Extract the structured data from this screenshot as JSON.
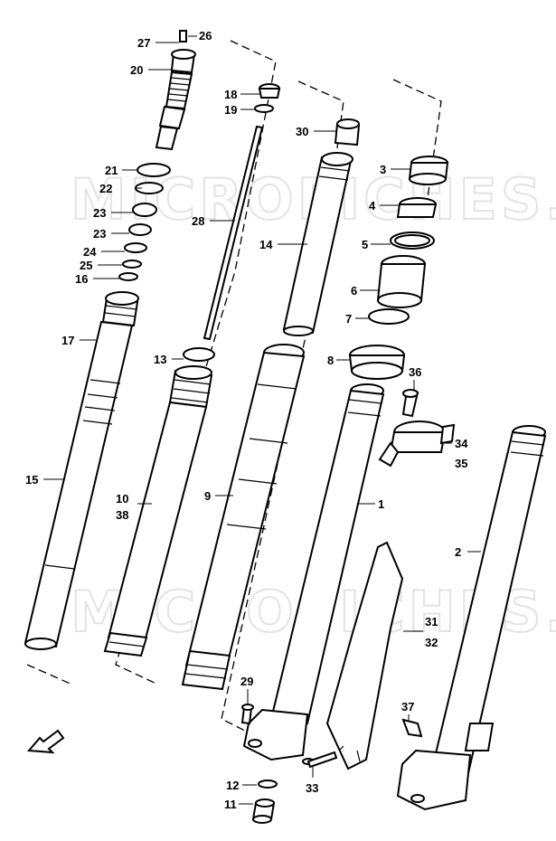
{
  "watermark": {
    "text": "MICROFICHES.NET"
  },
  "labels": {
    "l27": "27",
    "l26": "26",
    "l20": "20",
    "l18": "18",
    "l19": "19",
    "l30": "30",
    "l3": "3",
    "l21": "21",
    "l22": "22",
    "l28": "28",
    "l4": "4",
    "l23a": "23",
    "l23b": "23",
    "l14": "14",
    "l5": "5",
    "l24": "24",
    "l25": "25",
    "l16": "16",
    "l6": "6",
    "l7": "7",
    "l17": "17",
    "l13": "13",
    "l8": "8",
    "l36": "36",
    "l34": "34",
    "l35": "35",
    "l15": "15",
    "l10": "10",
    "l38": "38",
    "l9": "9",
    "l1": "1",
    "l2": "2",
    "l31": "31",
    "l32": "32",
    "l29": "29",
    "l37": "37",
    "l12": "12",
    "l33": "33",
    "l11": "11"
  },
  "icons": {
    "front_arrow": "front-direction-arrow-icon"
  }
}
